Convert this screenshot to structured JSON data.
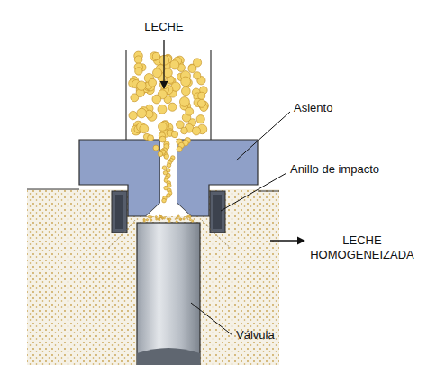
{
  "diagram": {
    "labels": [
      "LECHE",
      "Asiento",
      "Anillo de impacto",
      "LECHE HOMOGENEIZADA",
      "Válvula"
    ]
  }
}
